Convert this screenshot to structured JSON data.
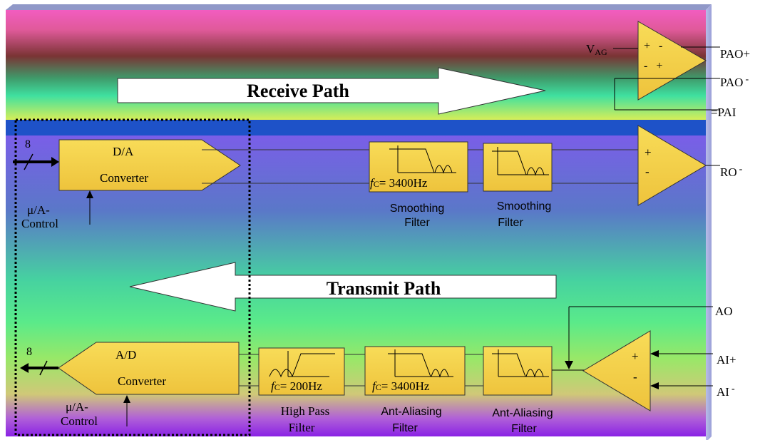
{
  "receive_path": {
    "label": "Receive Path"
  },
  "transmit_path": {
    "label": "Transmit Path"
  },
  "pa_amp": {
    "vag_main": "V",
    "vag_sub": "AG",
    "in1_signs": "+   -",
    "in2_signs": "-   +",
    "out_plus": "PAO+",
    "out_minus": "PAO",
    "out_minus_mark": "-",
    "pai_prefix": "=",
    "pai": "PAI"
  },
  "da": {
    "bus_width": "8",
    "line1": "D/A",
    "line2": "Converter",
    "control1": "μ/A-",
    "control2": "Control"
  },
  "ro_amp": {
    "plus": "+",
    "minus": "-",
    "output": "RO",
    "output_mark": "-"
  },
  "smoothing1": {
    "fc_italic": "f",
    "fc_sub": "C",
    "fc_value": "= 3400Hz",
    "caption1": "Smoothing",
    "caption2": "Filter"
  },
  "smoothing2": {
    "caption1": "Smoothing",
    "caption2": "Filter"
  },
  "ad": {
    "bus_width": "8",
    "line1": "A/D",
    "line2": "Converter",
    "control1": "μ/A-",
    "control2": "Control"
  },
  "highpass": {
    "fc_italic": "f",
    "fc_sub": "C",
    "fc_value": "= 200Hz",
    "caption1": "High Pass",
    "caption2": "Filter"
  },
  "antialias1": {
    "fc_italic": "f",
    "fc_sub": "C",
    "fc_value": "= 3400Hz",
    "caption1": "Ant-Aliasing",
    "caption2": "Filter"
  },
  "antialias2": {
    "caption1": "Ant-Aliasing",
    "caption2": "Filter"
  },
  "ai_amp": {
    "plus": "+",
    "minus": "-",
    "ao": "AO",
    "ai_plus": "AI+",
    "ai_minus": "AI",
    "ai_minus_mark": "-"
  },
  "colors": {
    "block_fill": "#f4d44a",
    "block_fill_dark": "#c9a020",
    "path_band_top": "#f05ab4",
    "path_band_mid": "#7a3a3a",
    "path_band_green": "#3cd89a",
    "path_band_bottom": "#d8ec5a",
    "body_top": "#7a64e6",
    "body_mid": "#5ce89a",
    "body_bottom": "#8a2ae0",
    "separator": "#1e52c8"
  }
}
